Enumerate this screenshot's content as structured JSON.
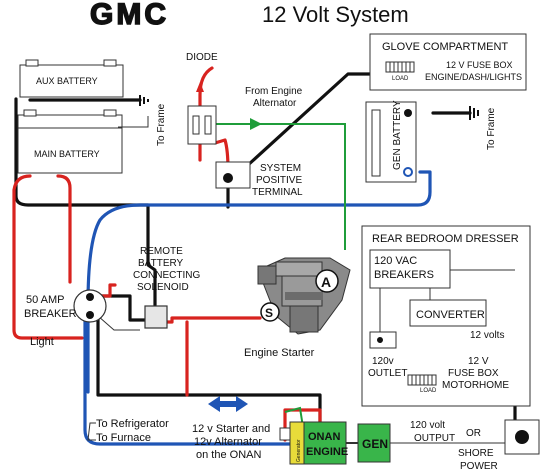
{
  "colors": {
    "red_wire": "#d8231f",
    "black_wire": "#111111",
    "blue_wire": "#1f55b5",
    "green_wire": "#1f9d3a",
    "onan_engine": "#39b54a",
    "generator_box": "#39b54a",
    "olive_wire": "#9aa57a"
  },
  "header": {
    "logo_text": "GMC",
    "title": "12 Volt System"
  },
  "labels": {
    "diode": "DIODE",
    "from_engine_alternator": [
      "From Engine",
      "Alternator"
    ],
    "glove_compartment": "GLOVE COMPARTMENT",
    "glove_fuse_box": [
      "12 V FUSE BOX",
      "ENGINE/DASH/LIGHTS"
    ],
    "load": "LOAD",
    "aux_battery": "AUX BATTERY",
    "main_battery": "MAIN BATTERY",
    "to_frame_left": "To Frame",
    "to_frame_right": "To Frame",
    "gen_battery": "GEN BATTERY",
    "system_positive_terminal": [
      "SYSTEM",
      "POSITIVE",
      "TERMINAL"
    ],
    "rear_bedroom_dresser": "REAR BEDROOM DRESSER",
    "vac_breakers": [
      "120 VAC",
      "BREAKERS"
    ],
    "converter": "CONVERTER",
    "twelve_volts": "12 volts",
    "outlet": [
      "120v",
      "OUTLET"
    ],
    "motorhome_fuse_box": [
      "12 V",
      "FUSE BOX",
      "MOTORHOME"
    ],
    "remote_solenoid": [
      "REMOTE",
      "BATTERY",
      "CONNECTING",
      "SOLENOID"
    ],
    "breaker_50amp": [
      "50 AMP",
      "BREAKER"
    ],
    "light": "Light",
    "engine_starter": "Engine Starter",
    "ammeter_symbol": "A",
    "starter_symbol": "S",
    "to_refrigerator": "To Refrigerator",
    "to_furnace": "To Furnace",
    "onan_starter_note": [
      "12 v Starter and",
      "12v Alternator",
      "on the ONAN"
    ],
    "onan_engine": [
      "ONAN",
      "ENGINE"
    ],
    "gen": "GEN",
    "output_120v": [
      "120 volt",
      "OUTPUT"
    ],
    "or": "OR",
    "shore_power": [
      "SHORE",
      "POWER"
    ],
    "generator_small": "Generator"
  }
}
